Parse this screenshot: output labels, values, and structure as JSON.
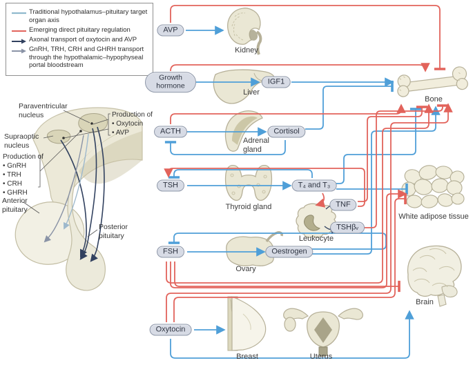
{
  "legend": {
    "items": [
      {
        "icon": "blue-line",
        "label": "Traditional hypothalamus–pituitary target organ axis"
      },
      {
        "icon": "red-line",
        "label": "Emerging direct pituitary regulation"
      },
      {
        "icon": "dark-arrow",
        "label": "Axonal transport of oxytocin and AVP"
      },
      {
        "icon": "gray-arrow",
        "label": "GnRH, TRH, CRH and GHRH transport through the hypothalamic–hypophyseal portal bloodstream"
      }
    ]
  },
  "pituitary_inset": {
    "paraventricular": "Paraventricular nucleus",
    "supraoptic": "Supraoptic nucleus",
    "production_oxy": {
      "title": "Production of",
      "items": [
        "Oxytocin",
        "AVP"
      ]
    },
    "production_gnrh": {
      "title": "Production of",
      "items": [
        "GnRH",
        "TRH",
        "CRH",
        "GHRH"
      ]
    },
    "anterior": "Anterior pituitary",
    "posterior": "Posterior pituitary"
  },
  "hormones": {
    "avp": "AVP",
    "gh": "Growth hormone",
    "acth": "ACTH",
    "tsh": "TSH",
    "fsh": "FSH",
    "oxytocin": "Oxytocin",
    "igf1": "IGF1",
    "cortisol": "Cortisol",
    "t4t3": "T₄ and T₃",
    "tnf": "TNF",
    "tshbv": "TSHβᵥ",
    "oestrogen": "Oestrogen"
  },
  "organs": {
    "kidney": "Kidney",
    "liver": "Liver",
    "adrenal": "Adrenal gland",
    "thyroid": "Thyroid gland",
    "leukocyte": "Leukocyte",
    "ovary": "Ovary",
    "breast": "Breast",
    "uterus": "Uterus",
    "bone": "Bone",
    "wat": "White adipose tissue",
    "brain": "Brain"
  },
  "colors": {
    "axis_blue": "#4f9fd8",
    "legend_blue": "#8fb9cd",
    "regulation_red": "#e2635b",
    "axon_navy": "#31415f",
    "portal_gray": "#8a93a6",
    "organ_fill": "#eae7d4",
    "organ_stroke": "#b6b098",
    "pill_fill": "#d7dbe5"
  }
}
